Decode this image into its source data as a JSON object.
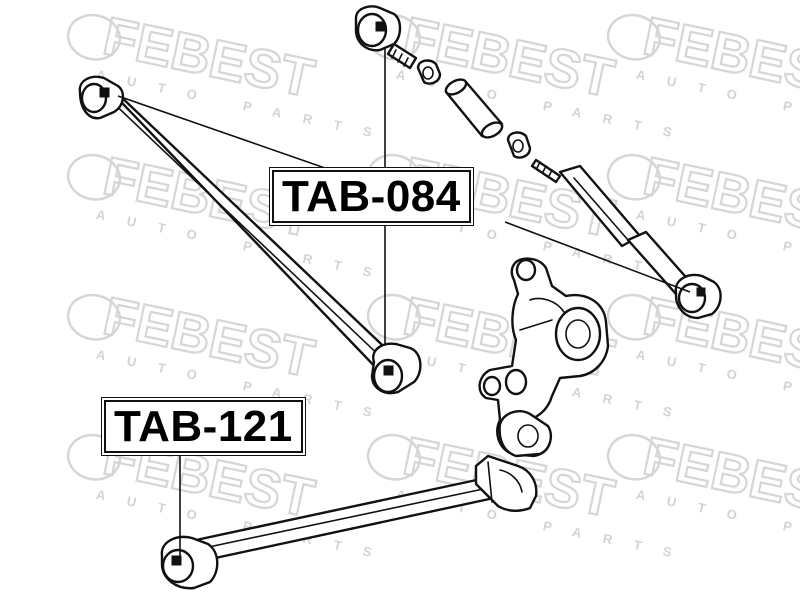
{
  "watermark": {
    "brand": "FEBEST",
    "subtitle": "AUTO PARTS",
    "color": "#d6d6d6"
  },
  "labels": {
    "part_upper": "TAB-084",
    "part_lower": "TAB-121"
  },
  "colors": {
    "ink": "#111111",
    "background": "#ffffff"
  }
}
